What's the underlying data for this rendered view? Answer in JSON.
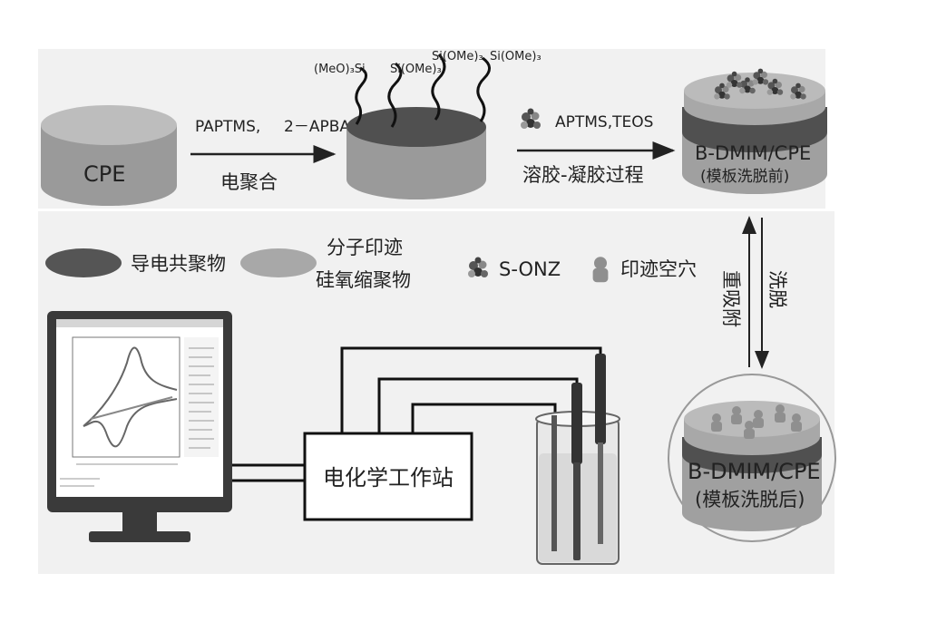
{
  "colors": {
    "panel_bg": "#f1f1f1",
    "cylinder_body": "#9a9a9a",
    "cylinder_top": "#bdbdbd",
    "conductive_polymer": "#555555",
    "silica_polymer": "#a8a8a8",
    "cavity": "#8f8f8f",
    "monitor_frame": "#3a3a3a"
  },
  "top_flow": {
    "cpe_label": "CPE",
    "step1_reagents": "PAPTMS,",
    "step1_reagent2": "2－APBA",
    "step1_method": "电聚合",
    "silane_labels": [
      "(MeO)₃Si",
      "Si(OMe)₃",
      "Si(OMe)₃",
      "Si(OMe)₃"
    ],
    "step2_reagents": "APTMS,TEOS",
    "step2_method": "溶胶-凝胶过程",
    "electrode_before_line1": "B-DMIM/CPE",
    "electrode_before_line2": "(模板洗脱前)"
  },
  "legend": {
    "conductive_polymer": "导电共聚物",
    "mip_line1": "分子印迹",
    "mip_line2": "硅氧缩聚物",
    "template": "S-ONZ",
    "cavity": "印迹空穴"
  },
  "side_arrows": {
    "rebind": "重吸附",
    "elute": "洗脱"
  },
  "bottom": {
    "workstation": "电化学工作站",
    "electrode_after_line1": "B-DMIM/CPE",
    "electrode_after_line2": "(模板洗脱后)"
  }
}
